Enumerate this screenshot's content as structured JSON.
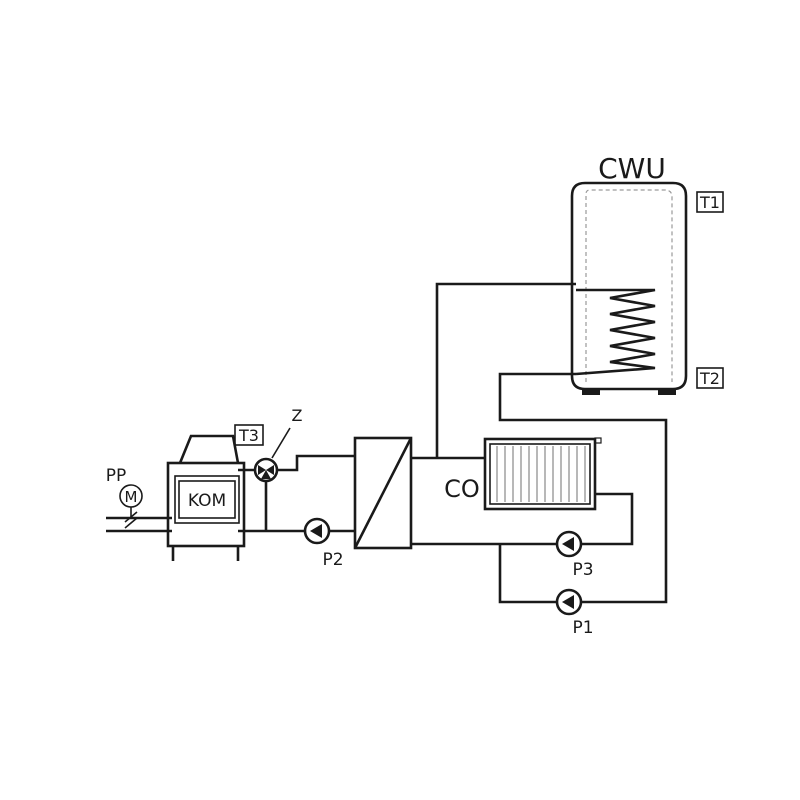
{
  "labels": {
    "cwu": "CWU",
    "t1": "T1",
    "t2": "T2",
    "t3": "T3",
    "z": "Z",
    "pp": "PP",
    "m": "M",
    "kom": "KOM",
    "co": "CO",
    "p1": "P1",
    "p2": "P2",
    "p3": "P3"
  },
  "colors": {
    "line": "#1a1a1a",
    "background": "#ffffff",
    "tank_dash": "#9a9a9a"
  },
  "icons": [
    "boiler-icon",
    "motor-icon",
    "three-way-valve-icon",
    "heat-exchanger-icon",
    "radiator-icon",
    "pump-icon",
    "water-tank-icon",
    "coil-icon"
  ]
}
